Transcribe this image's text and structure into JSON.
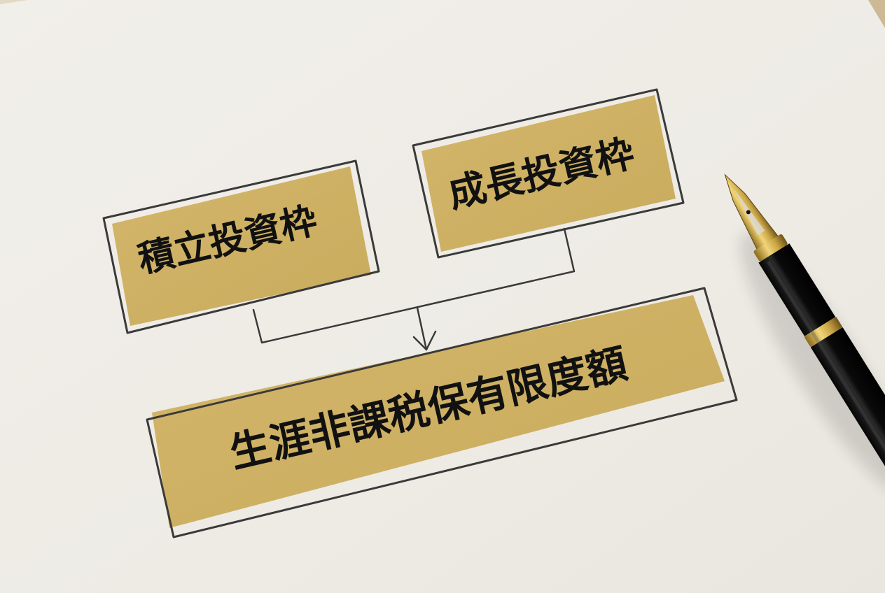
{
  "diagram": {
    "boxes": [
      {
        "id": "tsumitate",
        "label": "積立投資枠"
      },
      {
        "id": "seicho",
        "label": "成長投資枠"
      },
      {
        "id": "lifetime",
        "label": "生涯非課税保有限度額"
      }
    ],
    "connections": [
      {
        "from": "tsumitate",
        "to": "lifetime",
        "style": "joined-arrow"
      },
      {
        "from": "seicho",
        "to": "lifetime",
        "style": "joined-arrow"
      }
    ]
  },
  "colors": {
    "paper": "#efece6",
    "box_fill": "#cfb264",
    "sketch_line": "#3a3a3a",
    "text": "#111111",
    "pen_body": "#0d0d0d",
    "pen_gold": "#c9a444"
  },
  "objects": {
    "pen": "fountain-pen"
  }
}
